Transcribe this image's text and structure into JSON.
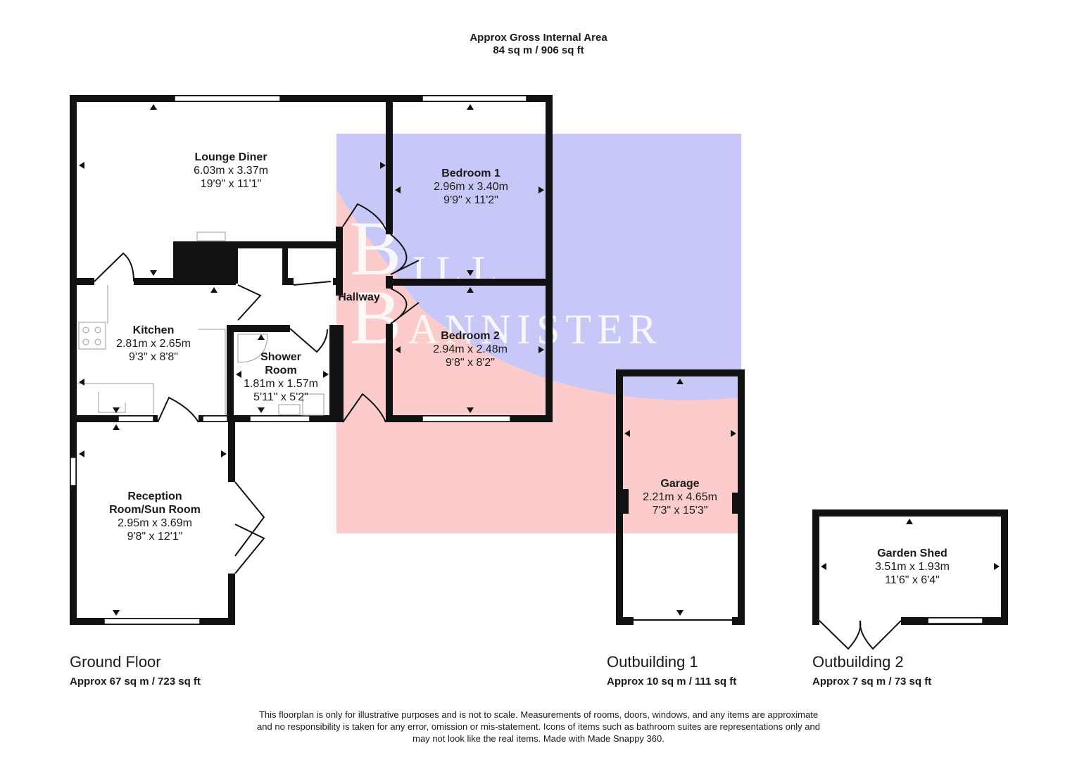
{
  "header": {
    "line1": "Approx Gross Internal Area",
    "line2": "84 sq m / 906 sq ft"
  },
  "rooms": {
    "lounge": {
      "name": "Lounge Diner",
      "metric": "6.03m x 3.37m",
      "imperial": "19'9\" x 11'1\""
    },
    "bedroom1": {
      "name": "Bedroom 1",
      "metric": "2.96m x 3.40m",
      "imperial": "9'9\" x 11'2\""
    },
    "bedroom2": {
      "name": "Bedroom 2",
      "metric": "2.94m x 2.48m",
      "imperial": "9'8\" x 8'2\""
    },
    "kitchen": {
      "name": "Kitchen",
      "metric": "2.81m x 2.65m",
      "imperial": "9'3\" x 8'8\""
    },
    "shower": {
      "name_l1": "Shower",
      "name_l2": "Room",
      "metric": "1.81m x 1.57m",
      "imperial": "5'11\" x 5'2\""
    },
    "hallway": {
      "name": "Hallway"
    },
    "reception": {
      "name_l1": "Reception",
      "name_l2": "Room/Sun Room",
      "metric": "2.95m x 3.69m",
      "imperial": "9'8\" x 12'1\""
    },
    "garage": {
      "name": "Garage",
      "metric": "2.21m x 4.65m",
      "imperial": "7'3\" x 15'3\""
    },
    "shed": {
      "name": "Garden Shed",
      "metric": "3.51m x 1.93m",
      "imperial": "11'6\" x 6'4\""
    }
  },
  "floors": {
    "ground": {
      "title": "Ground Floor",
      "area": "Approx 67 sq m / 723 sq ft"
    },
    "out1": {
      "title": "Outbuilding 1",
      "area": "Approx 10 sq m / 111 sq ft"
    },
    "out2": {
      "title": "Outbuilding 2",
      "area": "Approx 7 sq m / 73 sq ft"
    }
  },
  "watermark": {
    "line1": "BILL",
    "line2": "BANNISTER"
  },
  "disclaimer": {
    "line1": "This floorplan is only for illustrative purposes and is not to scale. Measurements of rooms, doors, windows, and any items are approximate",
    "line2": "and no responsibility is taken for any error, omission or mis-statement. Icons of items such as bathroom suites are representations only and",
    "line3": "may not look like the real items. Made with Made Snappy 360."
  },
  "colors": {
    "wall": "#111111",
    "watermark_blue": "#c8c8f8",
    "watermark_red": "#fccccc"
  }
}
